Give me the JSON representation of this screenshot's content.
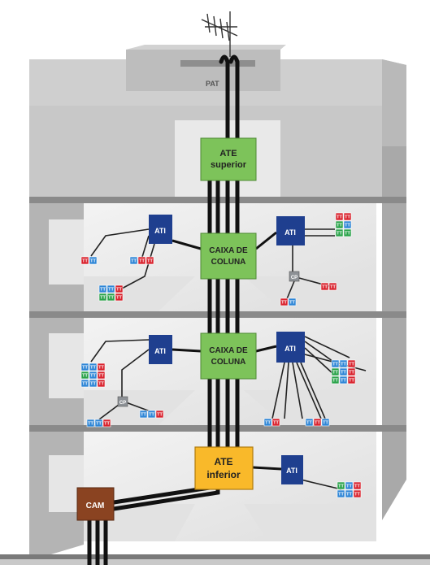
{
  "labels": {
    "pat": "PAT",
    "ate_superior": [
      "ATE",
      "superior"
    ],
    "caixa_1": [
      "CAIXA DE",
      "COLUNA"
    ],
    "caixa_2": [
      "CAIXA DE",
      "COLUNA"
    ],
    "ate_inferior": [
      "ATE",
      "inferior"
    ],
    "cam": "CAM",
    "ati": "ATI",
    "cp": "CP",
    "tt": "TT"
  },
  "colors": {
    "green_box": "#7dc35a",
    "orange_box": "#f9b92a",
    "ati_blue": "#1f3f8f",
    "cam_brown": "#8a4321",
    "cable": "#111111",
    "tt_red": "#d9232e",
    "tt_blue": "#2f86d6",
    "tt_green": "#2aa34a",
    "cp_gray": "#8d9196"
  },
  "icons": [
    "antenna-icon"
  ]
}
